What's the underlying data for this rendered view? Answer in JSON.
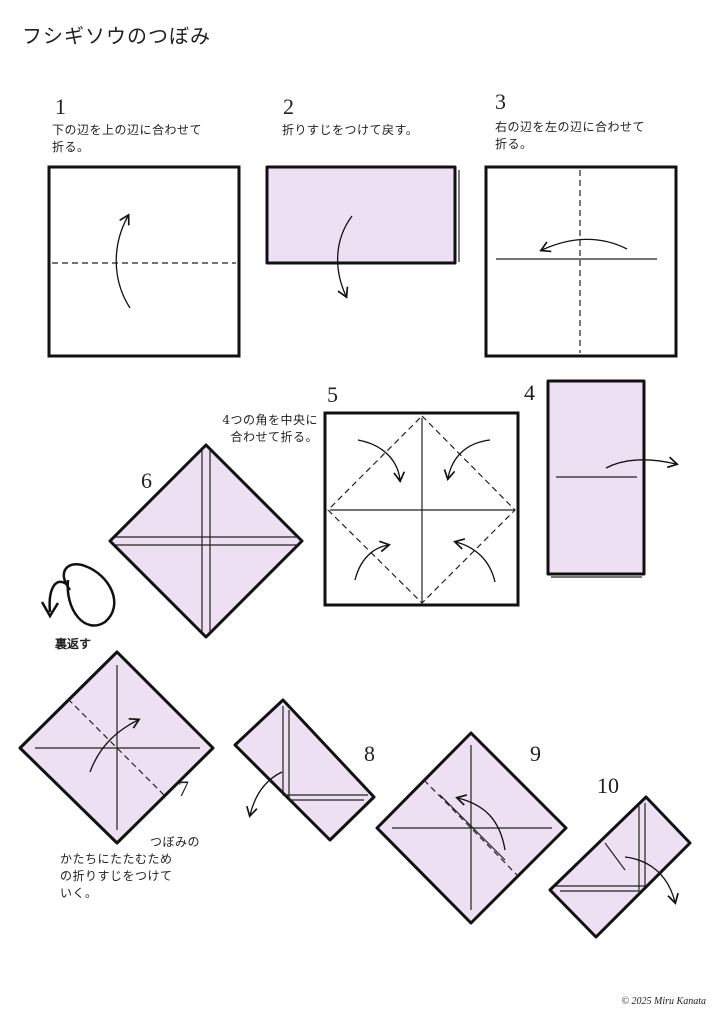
{
  "title": "フシギソウのつぼみ",
  "steps": [
    {
      "num": "1",
      "text_line1": "下の辺を上の辺に合わせて",
      "text_line2": "折る。"
    },
    {
      "num": "2",
      "text_line1": "折りすじをつけて戻す。"
    },
    {
      "num": "3",
      "text_line1": "右の辺を左の辺に合わせて",
      "text_line2": "折る。"
    },
    {
      "num": "4"
    },
    {
      "num": "5",
      "text_line1": "4つの角を中央に",
      "text_line2": "合わせて折る。"
    },
    {
      "num": "6"
    },
    {
      "num": "7",
      "text_line1": "つぼみの",
      "text_line2": "かたちにたたむため",
      "text_line3": "の折りすじをつけて",
      "text_line4": "いく。"
    },
    {
      "num": "8"
    },
    {
      "num": "9"
    },
    {
      "num": "10"
    }
  ],
  "flip_label": "裏返す",
  "copyright": "© 2025 Miru Kanata",
  "colors": {
    "paper": "#ede0f2",
    "ink": "#111111"
  }
}
